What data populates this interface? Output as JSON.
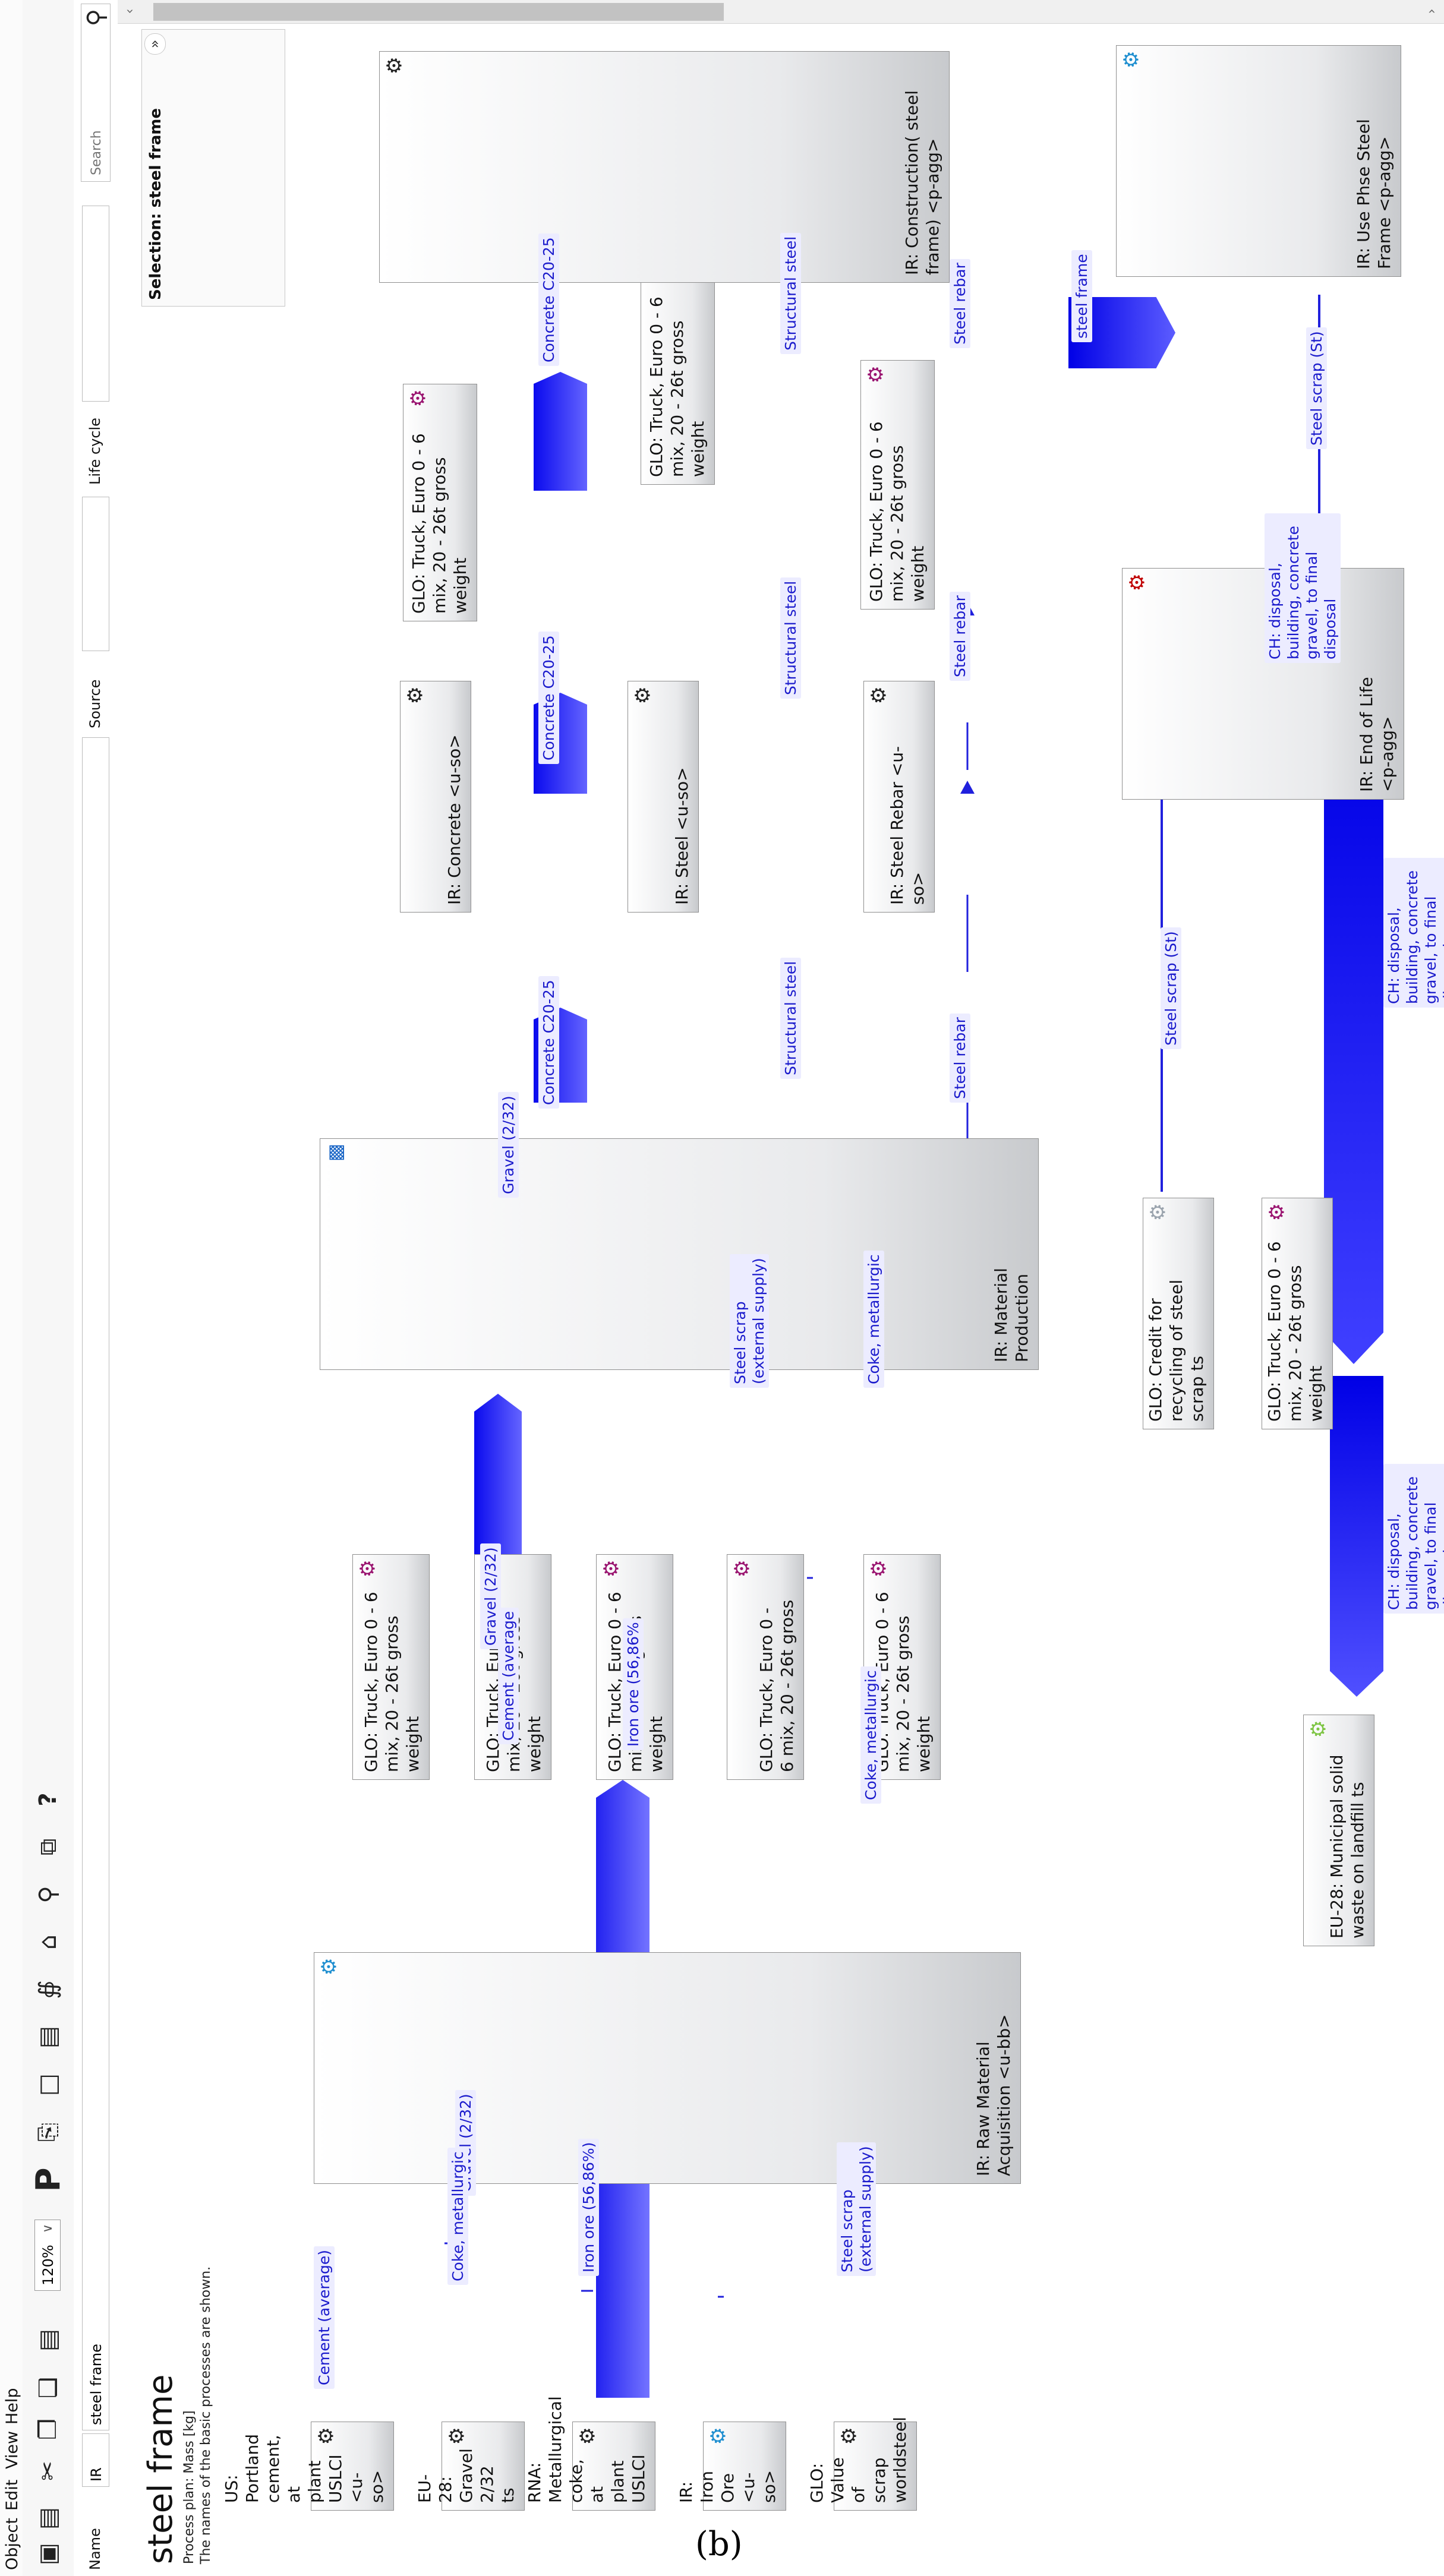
{
  "menu": [
    "Object",
    "Edit",
    "View",
    "Help"
  ],
  "toolbar": {
    "zoom": "120%",
    "icons": [
      "new-process-icon",
      "open-plan-icon",
      "cut-icon",
      "copy-icon",
      "paste-icon",
      "delete-icon",
      "process-icon",
      "flow-icon",
      "page-icon",
      "list-icon",
      "chart-icon",
      "home-icon",
      "magnify-icon",
      "duplicate-icon",
      "help-icon"
    ]
  },
  "filter": {
    "name_label": "Name",
    "name_prefix": "IR",
    "name_value": "steel frame",
    "source_label": "Source",
    "lifecycle_label": "Life cycle",
    "search_placeholder": "Search"
  },
  "selection": {
    "title": "Selection: steel frame"
  },
  "plan": {
    "title": "steel frame",
    "subtitle": "Process plan: Mass [kg]",
    "note": "The names of the basic processes are shown."
  },
  "processes": {
    "portland": "US: Portland cement,\nat plant USLCI <u-so>",
    "gravel_src": "EU-28: Gravel 2/32 ts",
    "coke_src": "RNA: Metallurgical\ncoke, at plant USLCI",
    "ironore_src": "IR: Iron Ore <u-so>",
    "scrap_value": "GLO: Value of scrap\nworldsteel",
    "raw_material": "IR: Raw Material\nAcquisition <u-bb>",
    "truck_gravel": "GLO: Truck, Euro 0 - 6\nmix,  20 - 26t gross weight",
    "truck_cement": "GLO: Truck, Euro 0 - 6\nmix,  20 - 26t gross weight",
    "truck_ironore": "GLO: Truck, Euro 0 - 6\nmix,  20 - 26t gross weight",
    "truck_scrap": "GLO: Truck, Euro 0 -\n6 mix,  20 - 26t gross",
    "truck_coke": "GLO: Truck, Euro 0 - 6\nmix,  20 - 26t gross weight",
    "material_prod": "IR: Material Production",
    "concrete": "IR: Concrete <u-so>",
    "steel": "IR: Steel <u-so>",
    "steel_rebar": "IR: Steel Rebar <u-so>",
    "truck_concrete": "GLO: Truck, Euro 0 - 6\nmix,  20 - 26t gross weight",
    "truck_structural": "GLO: Truck, Euro 0 - 6\nmix,  20 - 26t gross weight",
    "truck_rebar": "GLO: Truck, Euro 0 - 6\nmix,  20 - 26t gross weight",
    "construction": "IR: Construction( steel\nframe) <p-agg>",
    "use_phase": "IR: Use Phse Steel\nFrame <p-agg>",
    "end_of_life": "IR: End of Life\n<p-agg>",
    "credit": "GLO: Credit for\nrecycling of steel scrap ts",
    "truck_disposal": "GLO: Truck, Euro 0 - 6\nmix,  20 - 26t gross weight",
    "landfill": "EU-28: Municipal solid\nwaste on landfill ts"
  },
  "flows": {
    "cement": "Cement (average)",
    "gravel": "Gravel (2/32)",
    "coke": "Coke, metallurgic",
    "ironore": "Iron ore (56,86%)",
    "steelscrap": "Steel scrap\n(external supply)",
    "cement_cut": "Cement (average",
    "ironore_cut": "Iron ore (56,86%",
    "concrete": "Concrete C20-25",
    "structural": "Structural steel",
    "rebar": "Steel rebar",
    "steelframe": "steel frame",
    "disposal": "CH: disposal,\nbuilding, concrete\ngravel, to final\ndisposal",
    "steelscrap_st": "Steel scrap (St)"
  },
  "caption": "(b)"
}
